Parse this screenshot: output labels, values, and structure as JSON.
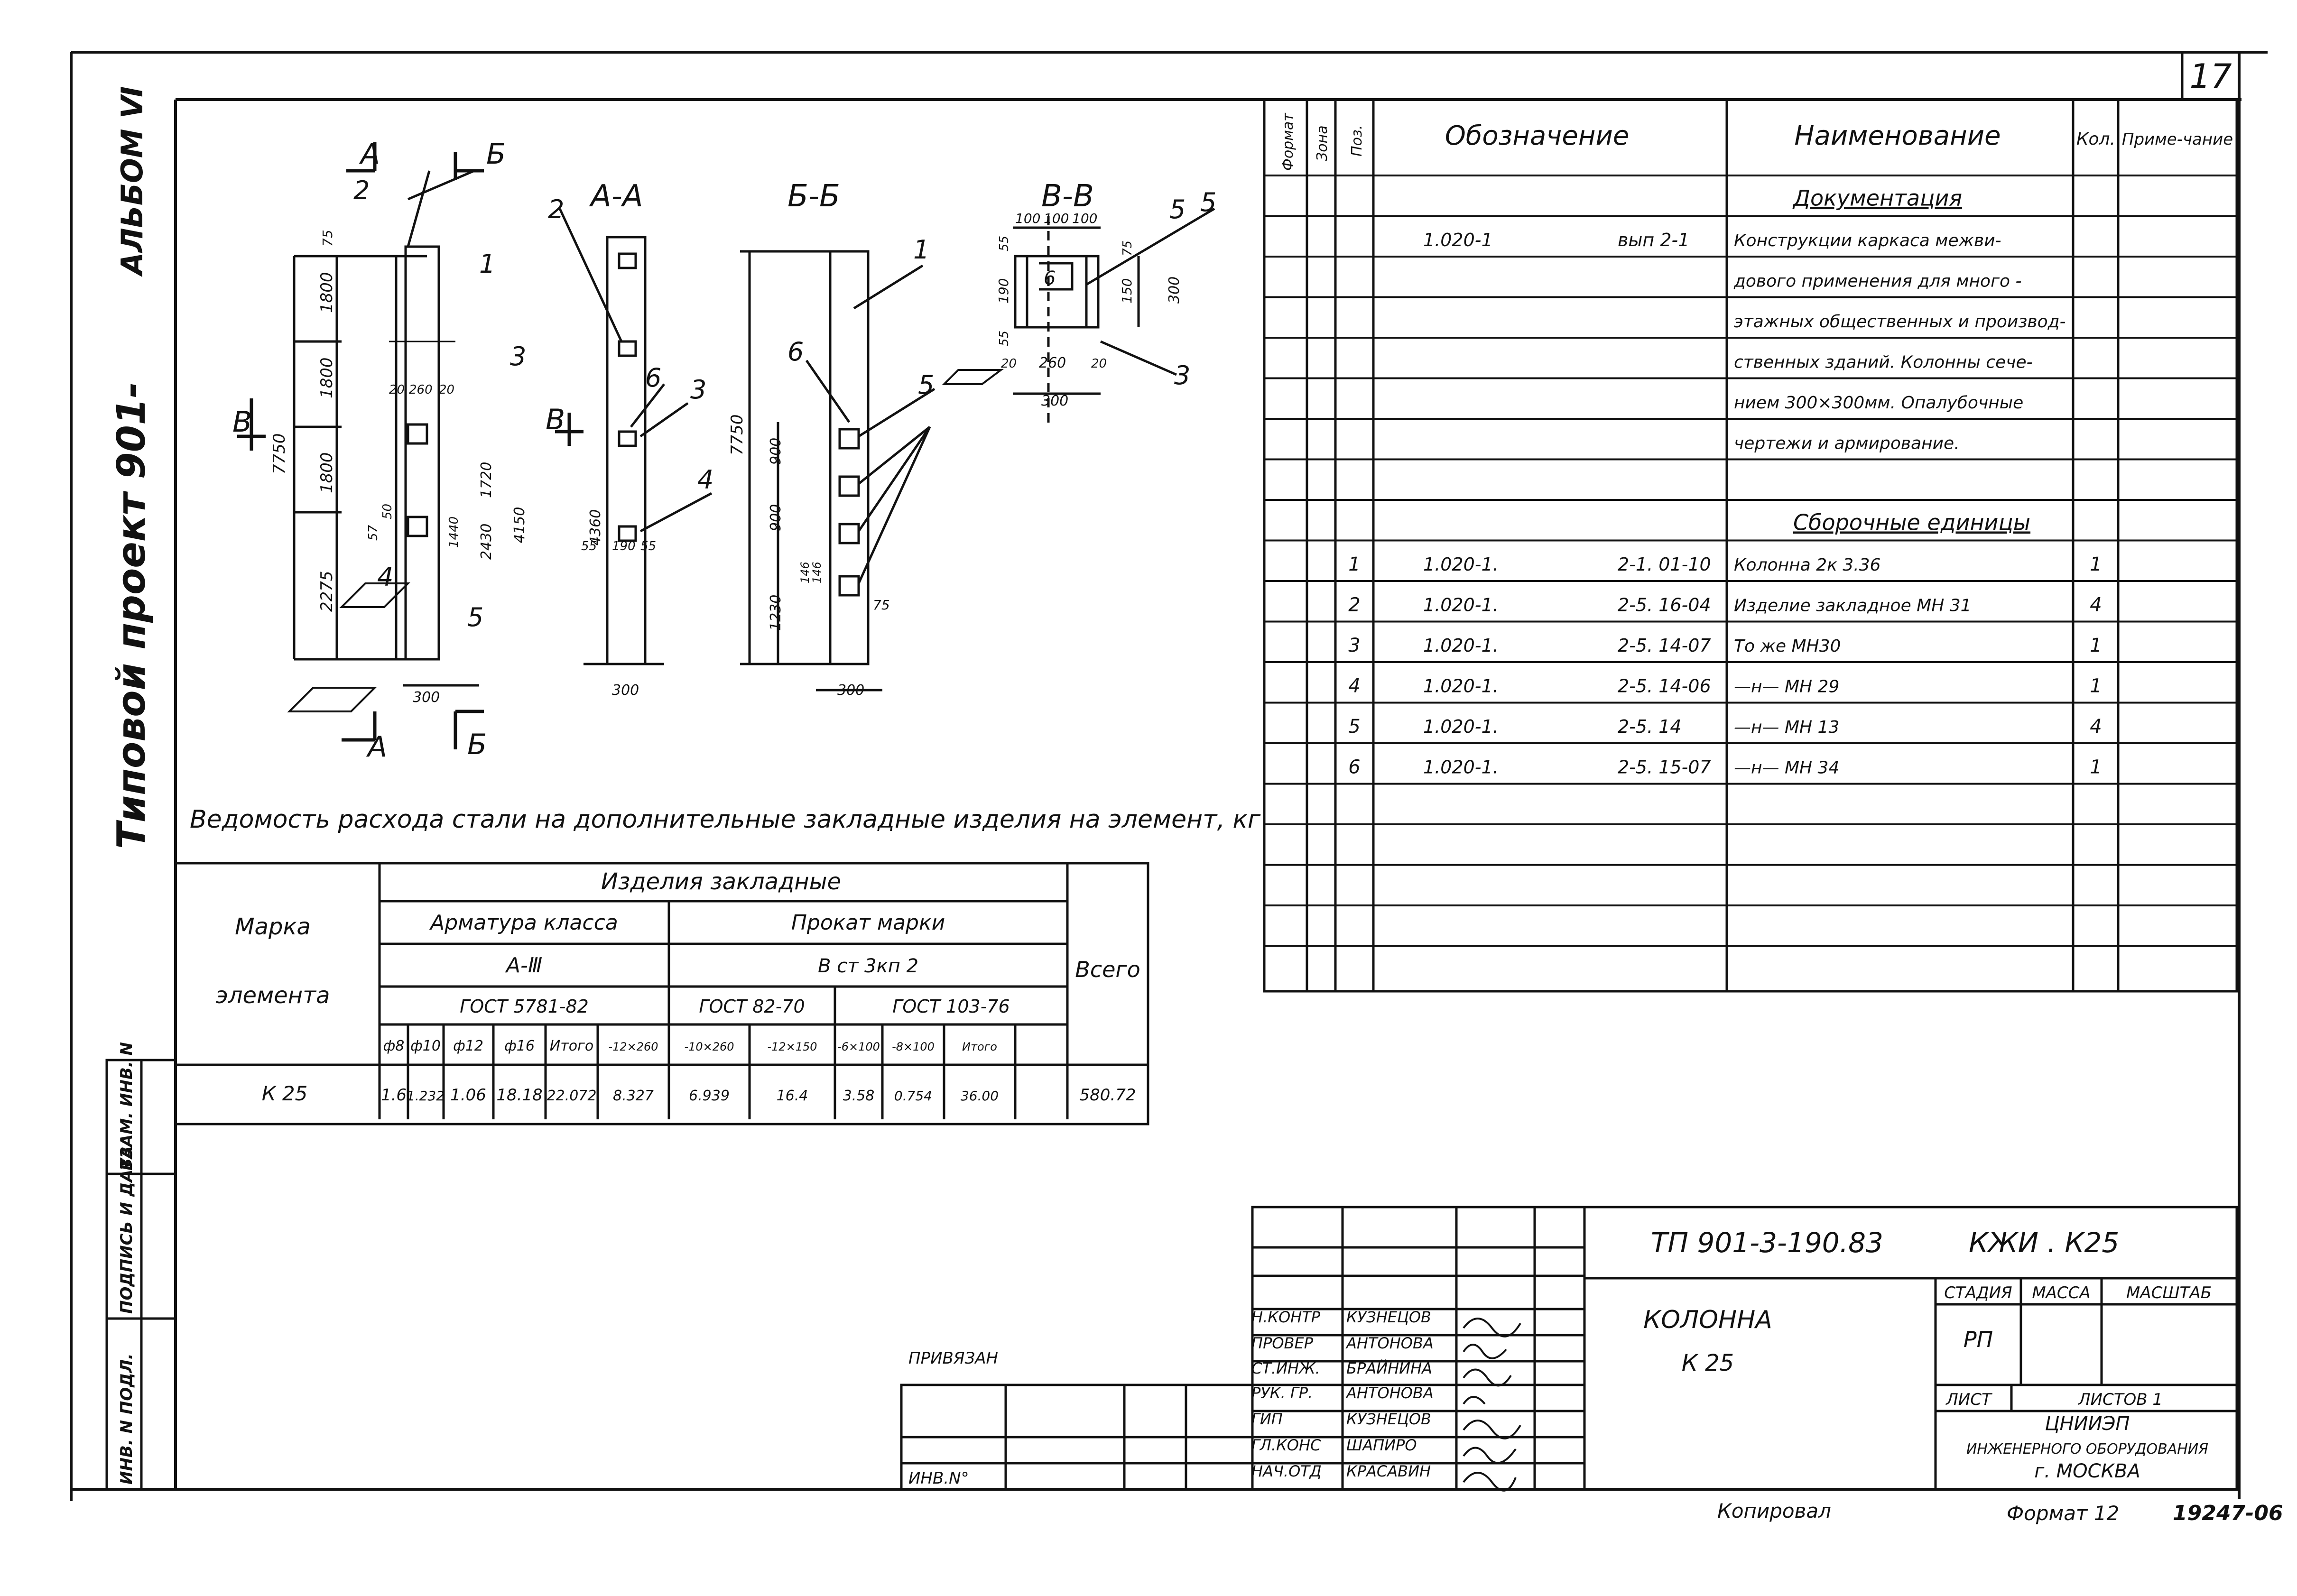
{
  "sheet": {
    "number": "17",
    "side_album": "АЛЬБОМ Ⅵ",
    "side_project": "Типовой проект 901-",
    "side_stamp": [
      "ИНВ. N ПОДЛ.",
      "ПОДПИСЬ И ДАТА",
      "ВЗАМ. ИНВ. N"
    ]
  },
  "drawing": {
    "view_main_marks": [
      "А",
      "Б"
    ],
    "view_aa": "А-А",
    "view_bb": "Б-Б",
    "view_vv": "В-В",
    "section_mark_v": "В",
    "dims_main": [
      "75",
      "1800",
      "1800",
      "1800",
      "2275",
      "7750",
      "300",
      "20",
      "260",
      "20",
      "57",
      "50",
      "1720",
      "2430",
      "1440"
    ],
    "dims_aa": [
      "4360",
      "4150",
      "55",
      "190",
      "55",
      "300"
    ],
    "dims_bb": [
      "7750",
      "900",
      "900",
      "1230",
      "146",
      "146",
      "75",
      "300"
    ],
    "dims_vv": [
      "100",
      "100",
      "100",
      "55",
      "190",
      "55",
      "150",
      "75",
      "300",
      "20",
      "260",
      "20",
      "300"
    ],
    "pos_labels": [
      "1",
      "2",
      "3",
      "4",
      "5",
      "6"
    ]
  },
  "steel_table": {
    "caption": "Ведомость расхода стали на дополнительные закладные изделия на элемент, кг",
    "h_items": "Изделия закладные",
    "h_mark": [
      "Марка",
      "элемента"
    ],
    "h_armatura": "Арматура класса",
    "h_armatura_class": "А-Ⅲ",
    "h_armatura_gost": "ГОСТ 5781-82",
    "h_prokat": "Прокат марки",
    "h_prokat_mark": "В ст 3кп 2",
    "h_gost1": "ГОСТ 82-70",
    "h_gost2": "ГОСТ 103-76",
    "h_total": "Всего",
    "subcols": [
      "ф8",
      "ф10",
      "ф12",
      "ф16",
      "Итого",
      "-12×260",
      "-10×260",
      "-12×150",
      "-6×100",
      "-8×100",
      "Итого"
    ],
    "row": {
      "mark": "К 25",
      "values": [
        "1.6",
        "1.232",
        "1.06",
        "18.18",
        "22.072",
        "8.327",
        "6.939",
        "16.4",
        "3.58",
        "0.754",
        "36.00"
      ],
      "total": "580.72"
    }
  },
  "spec": {
    "headers": [
      "Формат",
      "Зона",
      "Поз.",
      "Обозначение",
      "Наименование",
      "Кол.",
      "Приме-чание"
    ],
    "rows": [
      {
        "pos": "",
        "des": "",
        "des2": "",
        "name": "Документация",
        "qty": ""
      },
      {
        "pos": "",
        "des": "1.020-1",
        "des2": "вып 2-1",
        "name": "Конструкции каркаса межви-",
        "qty": ""
      },
      {
        "pos": "",
        "des": "",
        "des2": "",
        "name": "дового применения для много -",
        "qty": ""
      },
      {
        "pos": "",
        "des": "",
        "des2": "",
        "name": "этажных общественных и производ-",
        "qty": ""
      },
      {
        "pos": "",
        "des": "",
        "des2": "",
        "name": "ственных зданий. Колонны сече-",
        "qty": ""
      },
      {
        "pos": "",
        "des": "",
        "des2": "",
        "name": "нием 300×300мм. Опалубочные",
        "qty": ""
      },
      {
        "pos": "",
        "des": "",
        "des2": "",
        "name": "чертежи и армирование.",
        "qty": ""
      },
      {
        "pos": "",
        "des": "",
        "des2": "",
        "name": "",
        "qty": ""
      },
      {
        "pos": "",
        "des": "",
        "des2": "",
        "name": "Сборочные единицы",
        "qty": ""
      },
      {
        "pos": "1",
        "des": "1.020-1.",
        "des2": "2-1. 01-10",
        "name": "Колонна 2к 3.36",
        "qty": "1"
      },
      {
        "pos": "2",
        "des": "1.020-1.",
        "des2": "2-5. 16-04",
        "name": "Изделие закладное МН 31",
        "qty": "4"
      },
      {
        "pos": "3",
        "des": "1.020-1.",
        "des2": "2-5. 14-07",
        "name": "То же МН30",
        "qty": "1"
      },
      {
        "pos": "4",
        "des": "1.020-1.",
        "des2": "2-5. 14-06",
        "name": "—н— МН 29",
        "qty": "1"
      },
      {
        "pos": "5",
        "des": "1.020-1.",
        "des2": "2-5. 14",
        "name": "—н— МН 13",
        "qty": "4"
      },
      {
        "pos": "6",
        "des": "1.020-1.",
        "des2": "2-5. 15-07",
        "name": "—н— МН 34",
        "qty": "1"
      }
    ]
  },
  "title_block": {
    "code": "ТП 901-3-190.83",
    "mark": "КЖИ . К25",
    "name_line1": "КОЛОННА",
    "name_line2": "К 25",
    "roles": [
      "Н.КОНТР",
      "ПРОВЕР",
      "СТ.ИНЖ.",
      "РУК. ГР.",
      "ГИП",
      "ГЛ.КОНС",
      "НАЧ.ОТД"
    ],
    "people": [
      "КУЗНЕЦОВ",
      "АНТОНОВА",
      "БРАЙНИНА",
      "АНТОНОВА",
      "КУЗНЕЦОВ",
      "ШАПИРО",
      "КРАСАВИН"
    ],
    "stage_header": [
      "СТАДИЯ",
      "МАССА",
      "МАСШТАБ"
    ],
    "stage": "РП",
    "sheet_label": "ЛИСТ",
    "sheets_label": "ЛИСТОВ 1",
    "org1": "ЦНИИЭП",
    "org2": "ИНЖЕНЕРНОГО ОБОРУДОВАНИЯ",
    "org3": "г. МОСКВА",
    "bound": "ПРИВЯЗАН",
    "inv": "ИНВ.N°"
  },
  "footer": {
    "copied": "Копировал",
    "format": "Формат 12",
    "archive": "19247-06"
  }
}
